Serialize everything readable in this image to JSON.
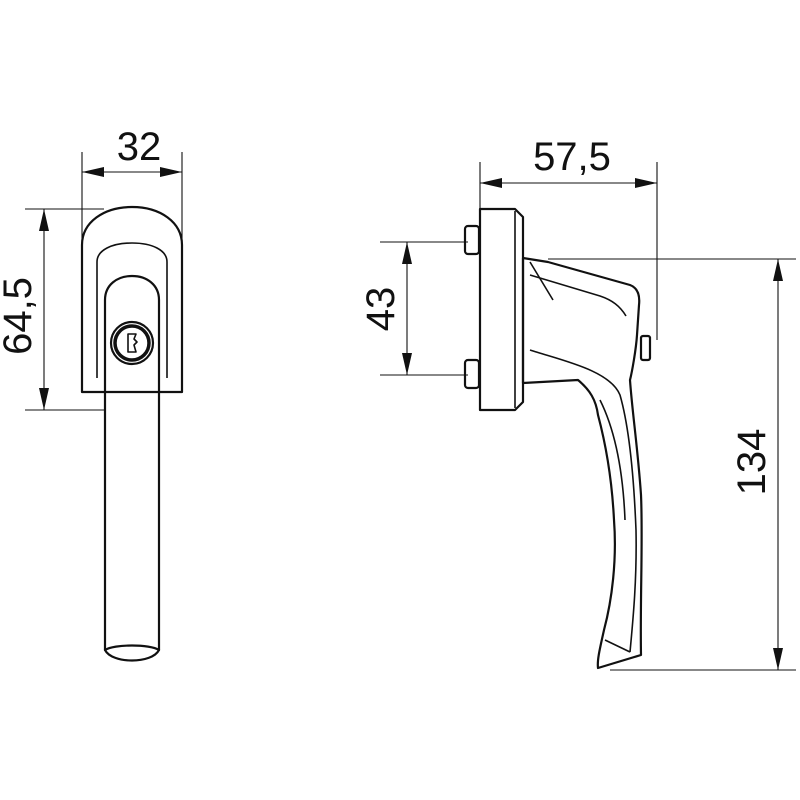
{
  "drawing": {
    "front_view": {
      "width_label": "32",
      "escutcheon_height_label": "64,5"
    },
    "side_view": {
      "projection_label": "57,5",
      "screw_spacing_label": "43",
      "overall_height_label": "134"
    }
  }
}
